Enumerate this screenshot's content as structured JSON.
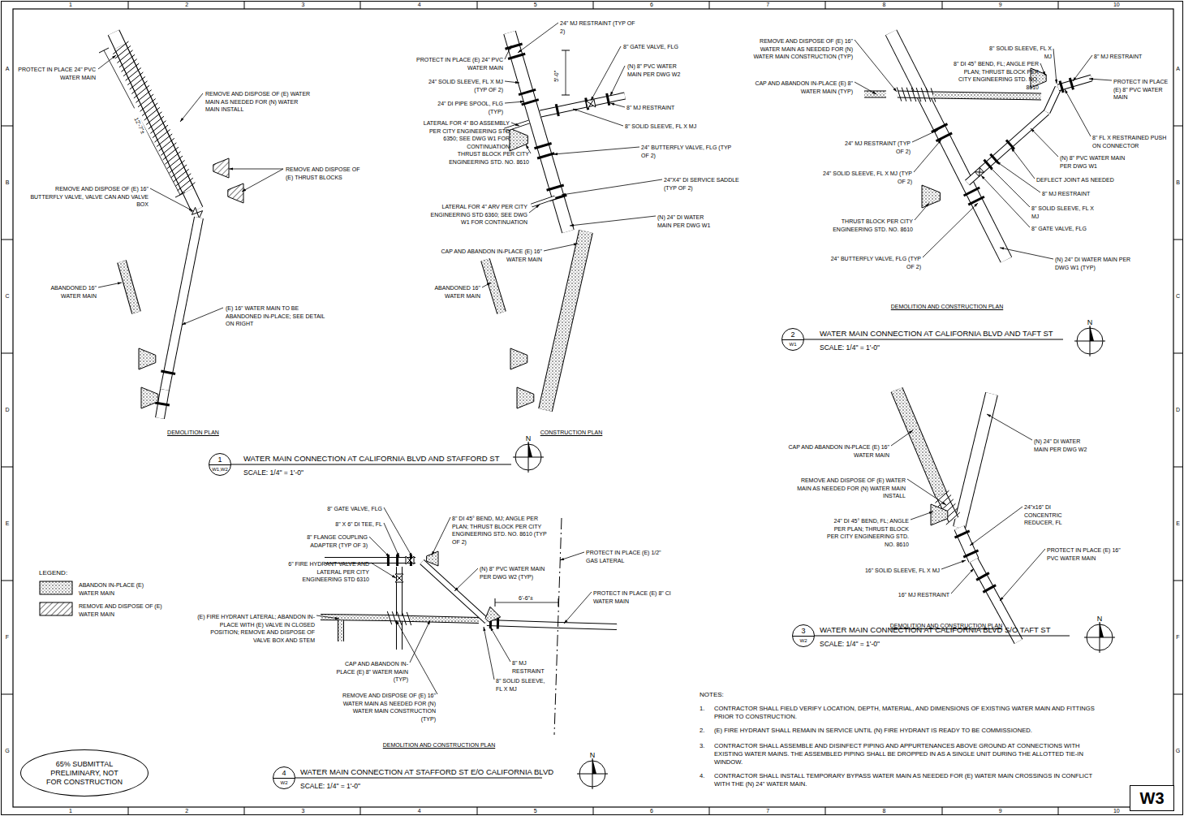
{
  "diagram": {
    "nodes": [
      {
        "text": [
          "1",
          "W1,W2"
        ]
      },
      {
        "text": [
          "2",
          "W1"
        ]
      },
      {
        "text": [
          "3",
          "W2"
        ]
      },
      {
        "text": [
          "4",
          "W2"
        ]
      },
      {
        "text": [
          "65% SUBMITTAL PRELIMINARY, NOT FOR CONSTRUCTION"
        ]
      },
      {
        "text": [
          "W3"
        ]
      }
    ],
    "labels": [
      "1",
      "2",
      "3",
      "4",
      "5",
      "6",
      "7",
      "8",
      "9",
      "10",
      "1",
      "2",
      "3",
      "4",
      "5",
      "6",
      "7",
      "8",
      "9",
      "10",
      "A",
      "B",
      "C",
      "D",
      "E",
      "F",
      "G",
      "A",
      "B",
      "C",
      "D",
      "E",
      "F",
      "G",
      "PROTECT IN PLACE 24\" PVC WATER MAIN",
      "12'-7\"±",
      "REMOVE AND DISPOSE OF (E) WATER MAIN AS NEEDED FOR (N) WATER MAIN INSTALL",
      "REMOVE AND DISPOSE OF (E) THRUST BLOCKS",
      "REMOVE AND DISPOSE OF (E) 16\" BUTTERFLY VALVE, VALVE CAN AND VALVE BOX",
      "ABANDONED 16\" WATER MAIN",
      "(E) 16\" WATER MAIN TO BE ABANDONED IN-PLACE; SEE DETAIL ON RIGHT",
      "DEMOLITION PLAN",
      "24\" MJ RESTRAINT (TYP OF 2)",
      "8\" GATE VALVE, FLG",
      "PROTECT IN PLACE (E) 24\" PVC WATER MAIN",
      "5'-0\"",
      "24\" SOLID SLEEVE, FL X MJ (TYP OF 2)",
      "(N) 8\" PVC WATER MAIN PER DWG W2",
      "24\" DI PIPE SPOOL, FLG (TYP)",
      "8\" MJ RESTRAINT",
      "LATERAL FOR 4\" BO ASSEMBLY PER CITY ENGINEERING STD 6350; SEE DWG W1 FOR CONTINUATION",
      "8\" SOLID SLEEVE, FL X MJ",
      "24\" BUTTERFLY VALVE, FLG (TYP OF 2)",
      "THRUST BLOCK PER CITY ENGINEERING STD. NO. 8610",
      "24\"X4\" DI SERVICE SADDLE (TYP OF 2)",
      "LATERAL FOR 4\" ARV PER CITY ENGINEERING STD 6360; SEE DWG W1 FOR CONTINUATION",
      "(N) 24\" DI WATER MAIN PER DWG W1",
      "CAP AND ABANDON IN-PLACE (E) 16\" WATER MAIN",
      "ABANDONED 16\" WATER MAIN",
      "CONSTRUCTION PLAN",
      "WATER MAIN CONNECTION AT CALIFORNIA BLVD AND STAFFORD ST",
      "SCALE: 1/4\" = 1'-0\"",
      "N",
      "REMOVE AND DISPOSE OF (E) 16\" WATER MAIN AS NEEDED FOR (N) WATER MAIN CONSTRUCTION (TYP)",
      "CAP AND ABANDON IN-PLACE (E) 8\" WATER MAIN (TYP)",
      "8\" SOLID SLEEVE, FL X MJ",
      "8\" MJ RESTRAINT",
      "8\" DI 45° BEND, FL; ANGLE PER PLAN; THRUST BLOCK PER CITY ENGINEERING STD. NO. 8610",
      "PROTECT IN PLACE (E) 8\" PVC WATER MAIN",
      "8\" FL X RESTRAINED PUSH ON CONNECTOR",
      "24\" MJ RESTRAINT (TYP OF 2)",
      "(N) 8\" PVC WATER MAIN PER DWG W1",
      "24\" SOLID SLEEVE, FL X MJ (TYP OF 2)",
      "DEFLECT JOINT AS NEEDED",
      "8\" MJ RESTRAINT",
      "8\" SOLID SLEEVE, FL X MJ",
      "THRUST BLOCK PER CITY ENGINEERING STD. NO. 8610",
      "8\" GATE VALVE, FLG",
      "24\" BUTTERFLY VALVE, FLG (TYP OF 2)",
      "(N) 24\" DI WATER MAIN PER DWG W1 (TYP)",
      "DEMOLITION AND CONSTRUCTION PLAN",
      "WATER MAIN CONNECTION AT CALIFORNIA BLVD AND TAFT ST",
      "SCALE: 1/4\" = 1'-0\"",
      "N",
      "(N) 24\" DI WATER MAIN PER DWG W2",
      "CAP AND ABANDON IN-PLACE (E) 16\" WATER MAIN",
      "REMOVE AND DISPOSE OF (E) WATER MAIN AS NEEDED FOR (N) WATER MAIN INSTALL",
      "24\"x16\" DI CONCENTRIC REDUCER, FL",
      "24\" DI 45° BEND, FL; ANGLE PER PLAN; THRUST BLOCK PER CITY ENGINEERING STD. NO. 8610",
      "PROTECT IN PLACE (E) 16\" PVC WATER MAIN",
      "16\" SOLID SLEEVE, FL X MJ",
      "16\" MJ RESTRAINT",
      "DEMOLITION AND CONSTRUCTION PLAN",
      "WATER MAIN CONNECTION AT CALIFORNIA BLVD S/O TAFT ST",
      "SCALE: 1/4\" = 1'-0\"",
      "N",
      "8\" GATE VALVE, FLG",
      "8\" X 6\" DI TEE, FL",
      "8\" FLANGE COUPLING ADAPTER (TYP OF 3)",
      "8\" DI 45° BEND, MJ; ANGLE PER PLAN; THRUST BLOCK PER CITY ENGINEERING STD. NO. 8610 (TYP OF 2)",
      "6\" FIRE HYDRANT VALVE AND LATERAL PER CITY ENGINEERING STD 6310",
      "(N) 8\" PVC WATER MAIN PER DWG W2 (TYP)",
      "PROTECT IN PLACE (E) 1/2\" GAS LATERAL",
      "6'-6\"±",
      "PROTECT IN PLACE (E) 8\" CI WATER MAIN",
      "(E) FIRE HYDRANT LATERAL; ABANDON IN-PLACE WITH (E) VALVE IN CLOSED POSITION; REMOVE AND DISPOSE OF VALVE BOX AND STEM",
      "8\" MJ RESTRAINT",
      "CAP AND ABANDON IN-PLACE (E) 8\" WATER MAIN (TYP)",
      "8\" SOLID SLEEVE, FL X MJ",
      "REMOVE AND DISPOSE OF (E) 16\" WATER MAIN AS NEEDED FOR (N) WATER MAIN CONSTRUCTION (TYP)",
      "DEMOLITION AND CONSTRUCTION PLAN",
      "WATER MAIN CONNECTION AT STAFFORD ST E/O CALIFORNIA BLVD",
      "SCALE: 1/4\" = 1'-0\"",
      "N",
      "LEGEND:",
      "NOTES:",
      "1.",
      "CONTRACTOR SHALL FIELD VERIFY LOCATION, DEPTH, MATERIAL, AND DIMENSIONS OF EXISTING WATER MAIN AND FITTINGS PRIOR TO CONSTRUCTION.",
      "2.",
      "(E) FIRE HYDRANT SHALL REMAIN IN SERVICE UNTIL (N) FIRE HYDRANT IS READY TO BE COMMISSIONED.",
      "3.",
      "CONTRACTOR SHALL ASSEMBLE AND DISINFECT PIPING AND APPURTENANCES ABOVE GROUND AT CONNECTIONS WITH EXISTING WATER MAINS. THE ASSEMBLED PIPING SHALL BE DROPPED IN AS A SINGLE UNIT DURING THE ALLOTTED TIE-IN WINDOW.",
      "4.",
      "CONTRACTOR SHALL INSTALL TEMPORARY BYPASS WATER MAIN AS NEEDED FOR (E) WATER MAIN CROSSINGS IN CONFLICT WITH THE (N) 24\" WATER MAIN."
    ],
    "legend": [
      {
        "text": "ABANDON IN-PLACE (E) WATER MAIN"
      },
      {
        "text": "REMOVE AND DISPOSE OF (E) WATER MAIN"
      }
    ]
  }
}
